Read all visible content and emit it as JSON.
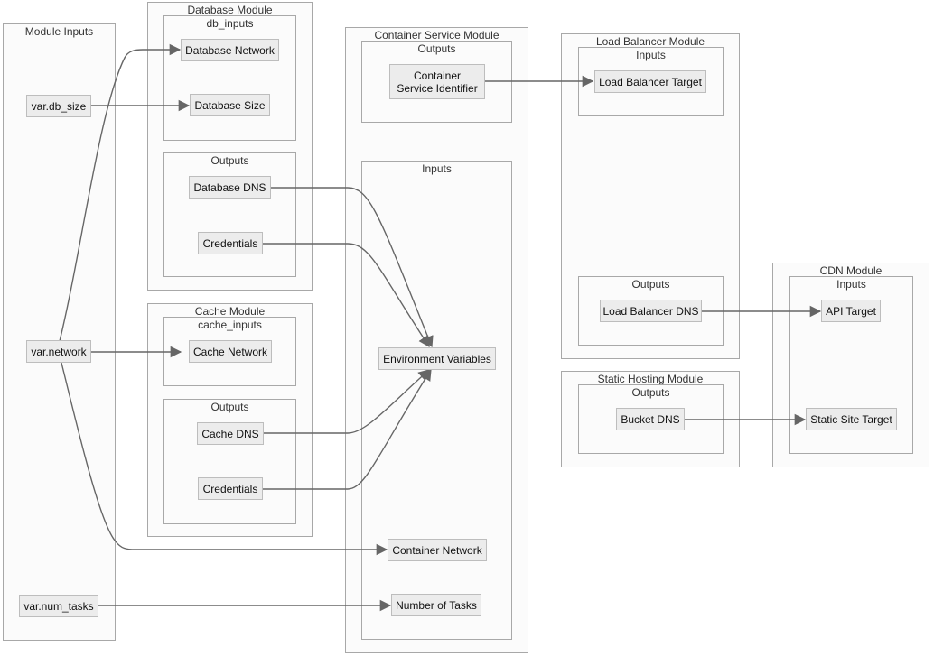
{
  "diagram": {
    "clusters": {
      "module_inputs": "Module Inputs",
      "database_module": "Database Module",
      "db_inputs": "db_inputs",
      "db_outputs": "Outputs",
      "cache_module": "Cache Module",
      "cache_inputs": "cache_inputs",
      "cache_outputs": "Outputs",
      "container_module": "Container Service Module",
      "container_outputs": "Outputs",
      "container_inputs": "Inputs",
      "lb_module": "Load Balancer Module",
      "lb_inputs": "Inputs",
      "lb_outputs": "Outputs",
      "static_module": "Static Hosting Module",
      "static_outputs": "Outputs",
      "cdn_module": "CDN Module",
      "cdn_inputs": "Inputs"
    },
    "nodes": {
      "var_db_size": "var.db_size",
      "var_network": "var.network",
      "var_num_tasks": "var.num_tasks",
      "database_network": "Database Network",
      "database_size": "Database Size",
      "database_dns": "Database DNS",
      "db_credentials": "Credentials",
      "cache_network": "Cache Network",
      "cache_dns": "Cache DNS",
      "cache_credentials": "Credentials",
      "container_service_identifier": "Container Service Identifier",
      "environment_variables": "Environment Variables",
      "container_network": "Container Network",
      "number_of_tasks": "Number of Tasks",
      "load_balancer_target": "Load Balancer Target",
      "load_balancer_dns": "Load Balancer DNS",
      "bucket_dns": "Bucket DNS",
      "api_target": "API Target",
      "static_site_target": "Static Site Target"
    },
    "edges": [
      {
        "from": "var_network",
        "to": "database_network"
      },
      {
        "from": "var_db_size",
        "to": "database_size"
      },
      {
        "from": "var_network",
        "to": "cache_network"
      },
      {
        "from": "var_network",
        "to": "container_network"
      },
      {
        "from": "var_num_tasks",
        "to": "number_of_tasks"
      },
      {
        "from": "database_dns",
        "to": "environment_variables"
      },
      {
        "from": "db_credentials",
        "to": "environment_variables"
      },
      {
        "from": "cache_dns",
        "to": "environment_variables"
      },
      {
        "from": "cache_credentials",
        "to": "environment_variables"
      },
      {
        "from": "container_service_identifier",
        "to": "load_balancer_target"
      },
      {
        "from": "load_balancer_dns",
        "to": "api_target"
      },
      {
        "from": "bucket_dns",
        "to": "static_site_target"
      }
    ],
    "colors": {
      "edge": "#666666",
      "cluster_border": "#a8a8a8",
      "cluster_fill": "#fbfbfb",
      "node_fill": "#ececec",
      "node_border": "#bdbdbd"
    }
  }
}
